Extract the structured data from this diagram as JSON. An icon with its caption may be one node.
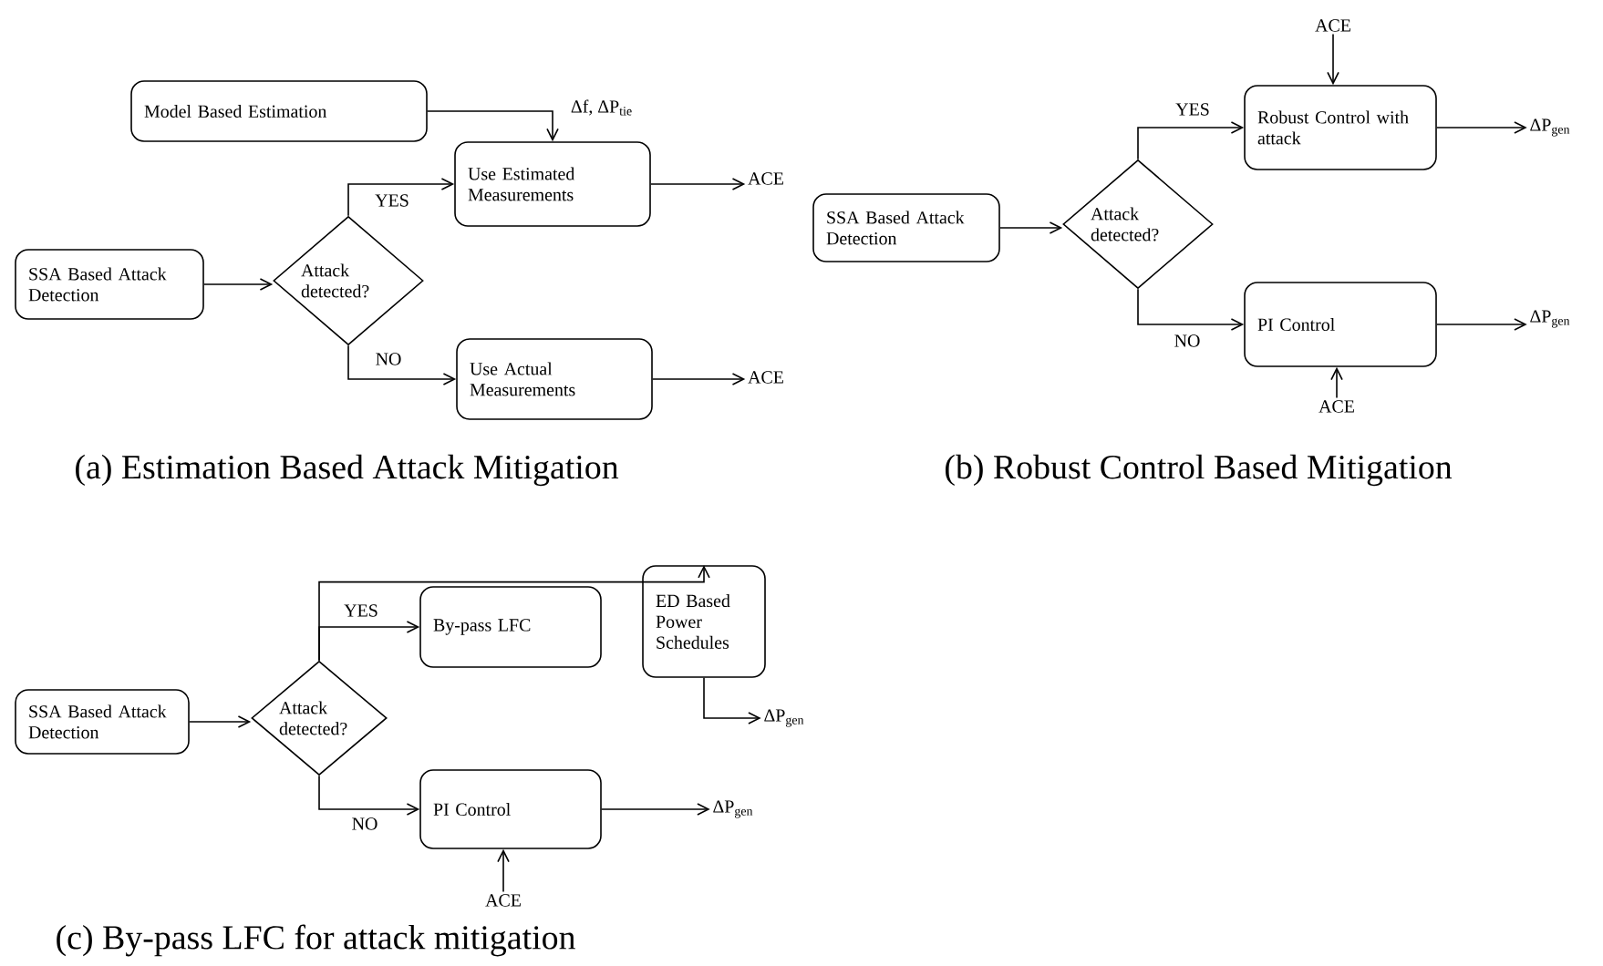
{
  "diagram": {
    "nodes": [
      {
        "text": [
          "Model Based Estimation"
        ]
      },
      {
        "text": [
          "Use Estimated Measurements"
        ]
      },
      {
        "text": [
          "ACE"
        ]
      },
      {
        "text": [
          "SSA Based Attack Detection"
        ]
      },
      {
        "text": [
          "Attack detected?"
        ]
      },
      {
        "text": [
          "Use Actual Measurements"
        ]
      },
      {
        "text": [
          "ACE"
        ]
      },
      {
        "text": [
          "ACE"
        ]
      },
      {
        "text": [
          "Robust Control with attack"
        ]
      },
      {
        "text": [
          "ΔP$_{gen}$"
        ]
      },
      {
        "text": [
          "SSA Based Attack Detection"
        ]
      },
      {
        "text": [
          "Attack detected?"
        ]
      },
      {
        "text": [
          "PI Control"
        ]
      },
      {
        "text": [
          "ΔP$_{gen}$"
        ]
      },
      {
        "text": [
          "ACE"
        ]
      },
      {
        "text": [
          "SSA Based Attack Detection"
        ]
      },
      {
        "text": [
          "Attack detected?"
        ]
      },
      {
        "text": [
          "By-pass LFC"
        ]
      },
      {
        "text": [
          "ED Based Power Schedules"
        ]
      },
      {
        "text": [
          "ΔP$_{gen}$"
        ]
      },
      {
        "text": [
          "PI Control"
        ]
      },
      {
        "text": [
          "ΔP$_{gen}$"
        ]
      },
      {
        "text": [
          "ACE"
        ]
      }
    ],
    "edges": [
      {
        "from": 0,
        "to": 1,
        "arrow": "to",
        "label": "Δf, ΔP$_{tie}$"
      },
      {
        "from": 1,
        "to": 2,
        "arrow": "to"
      },
      {
        "from": 3,
        "to": 4,
        "arrow": "to"
      },
      {
        "from": 4,
        "to": 1,
        "arrow": "to",
        "label": "YES"
      },
      {
        "from": 4,
        "to": 5,
        "arrow": "to",
        "label": "NO"
      },
      {
        "from": 5,
        "to": 6,
        "arrow": "to"
      },
      {
        "from": 7,
        "to": 8,
        "arrow": "to"
      },
      {
        "from": 8,
        "to": 9,
        "arrow": "to"
      },
      {
        "from": 10,
        "to": 11,
        "arrow": "to"
      },
      {
        "from": 11,
        "to": 8,
        "arrow": "to",
        "label": "YES"
      },
      {
        "from": 11,
        "to": 12,
        "arrow": "to",
        "label": "NO"
      },
      {
        "from": 12,
        "to": 13,
        "arrow": "to"
      },
      {
        "from": 14,
        "to": 12,
        "arrow": "to"
      },
      {
        "from": 15,
        "to": 16,
        "arrow": "to"
      },
      {
        "from": 16,
        "to": 17,
        "arrow": "to",
        "label": "YES"
      },
      {
        "from": 16,
        "to": 18,
        "arrow": "to"
      },
      {
        "from": 18,
        "to": 19,
        "arrow": "to"
      },
      {
        "from": 16,
        "to": 20,
        "arrow": "to",
        "label": "NO"
      },
      {
        "from": 20,
        "to": 21,
        "arrow": "to"
      },
      {
        "from": 22,
        "to": 20,
        "arrow": "to"
      }
    ],
    "labels": [
      "(a) Estimation Based Attack Mitigation",
      "(b) Robust Control Based Mitigation",
      "(c) By-pass LFC for attack mitigation"
    ]
  }
}
